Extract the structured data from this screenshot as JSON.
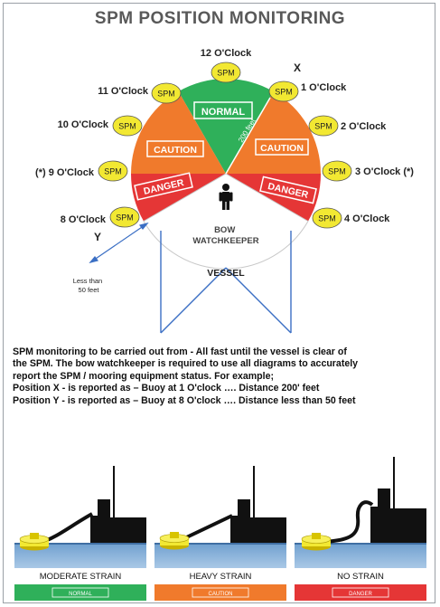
{
  "title": "SPM POSITION MONITORING",
  "diagram": {
    "sectors": {
      "normal": "NORMAL",
      "caution_left": "CAUTION",
      "caution_right": "CAUTION",
      "danger_left": "DANGER",
      "danger_right": "DANGER"
    },
    "distance_label": "200 feet",
    "buoy_label": "SPM",
    "positions": {
      "p12": "12 O'Clock",
      "p1": "1 O'Clock",
      "p2": "2 O'Clock",
      "p3": "3 O'Clock (*)",
      "p4": "4 O'Clock",
      "p11": "11 O'Clock",
      "p10": "10 O'Clock",
      "p9": "(*) 9 O'Clock",
      "p8": "8 O'Clock"
    },
    "marker_x": "X",
    "marker_y": "Y",
    "less_than": "Less than 50 feet",
    "bow_watchkeeper": "BOW WATCHKEEPER",
    "vessel": "VESSEL",
    "colors": {
      "normal": "#2fb05a",
      "caution": "#f07a2c",
      "danger": "#e53636",
      "buoy": "#f2e832",
      "vessel_line": "#3b6fc4"
    }
  },
  "instructions": {
    "line1": "SPM monitoring to be carried out from - All fast until the vessel is clear of",
    "line2": "the SPM. The bow watchkeeper is required to use all diagrams to accurately",
    "line3": "report the SPM / mooring equipment status. For example;",
    "line4": "Position X - is reported as – Buoy at 1 O'clock …. Distance 200' feet",
    "line5": "Position Y - is reported as – Buoy at 8 O'clock …. Distance less than 50 feet"
  },
  "strain_panels": [
    {
      "label": "MODERATE STRAIN",
      "status": "NORMAL",
      "status_color": "#2fb05a"
    },
    {
      "label": "HEAVY STRAIN",
      "status": "CAUTION",
      "status_color": "#f07a2c"
    },
    {
      "label": "NO STRAIN",
      "status": "DANGER",
      "status_color": "#e53636"
    }
  ]
}
